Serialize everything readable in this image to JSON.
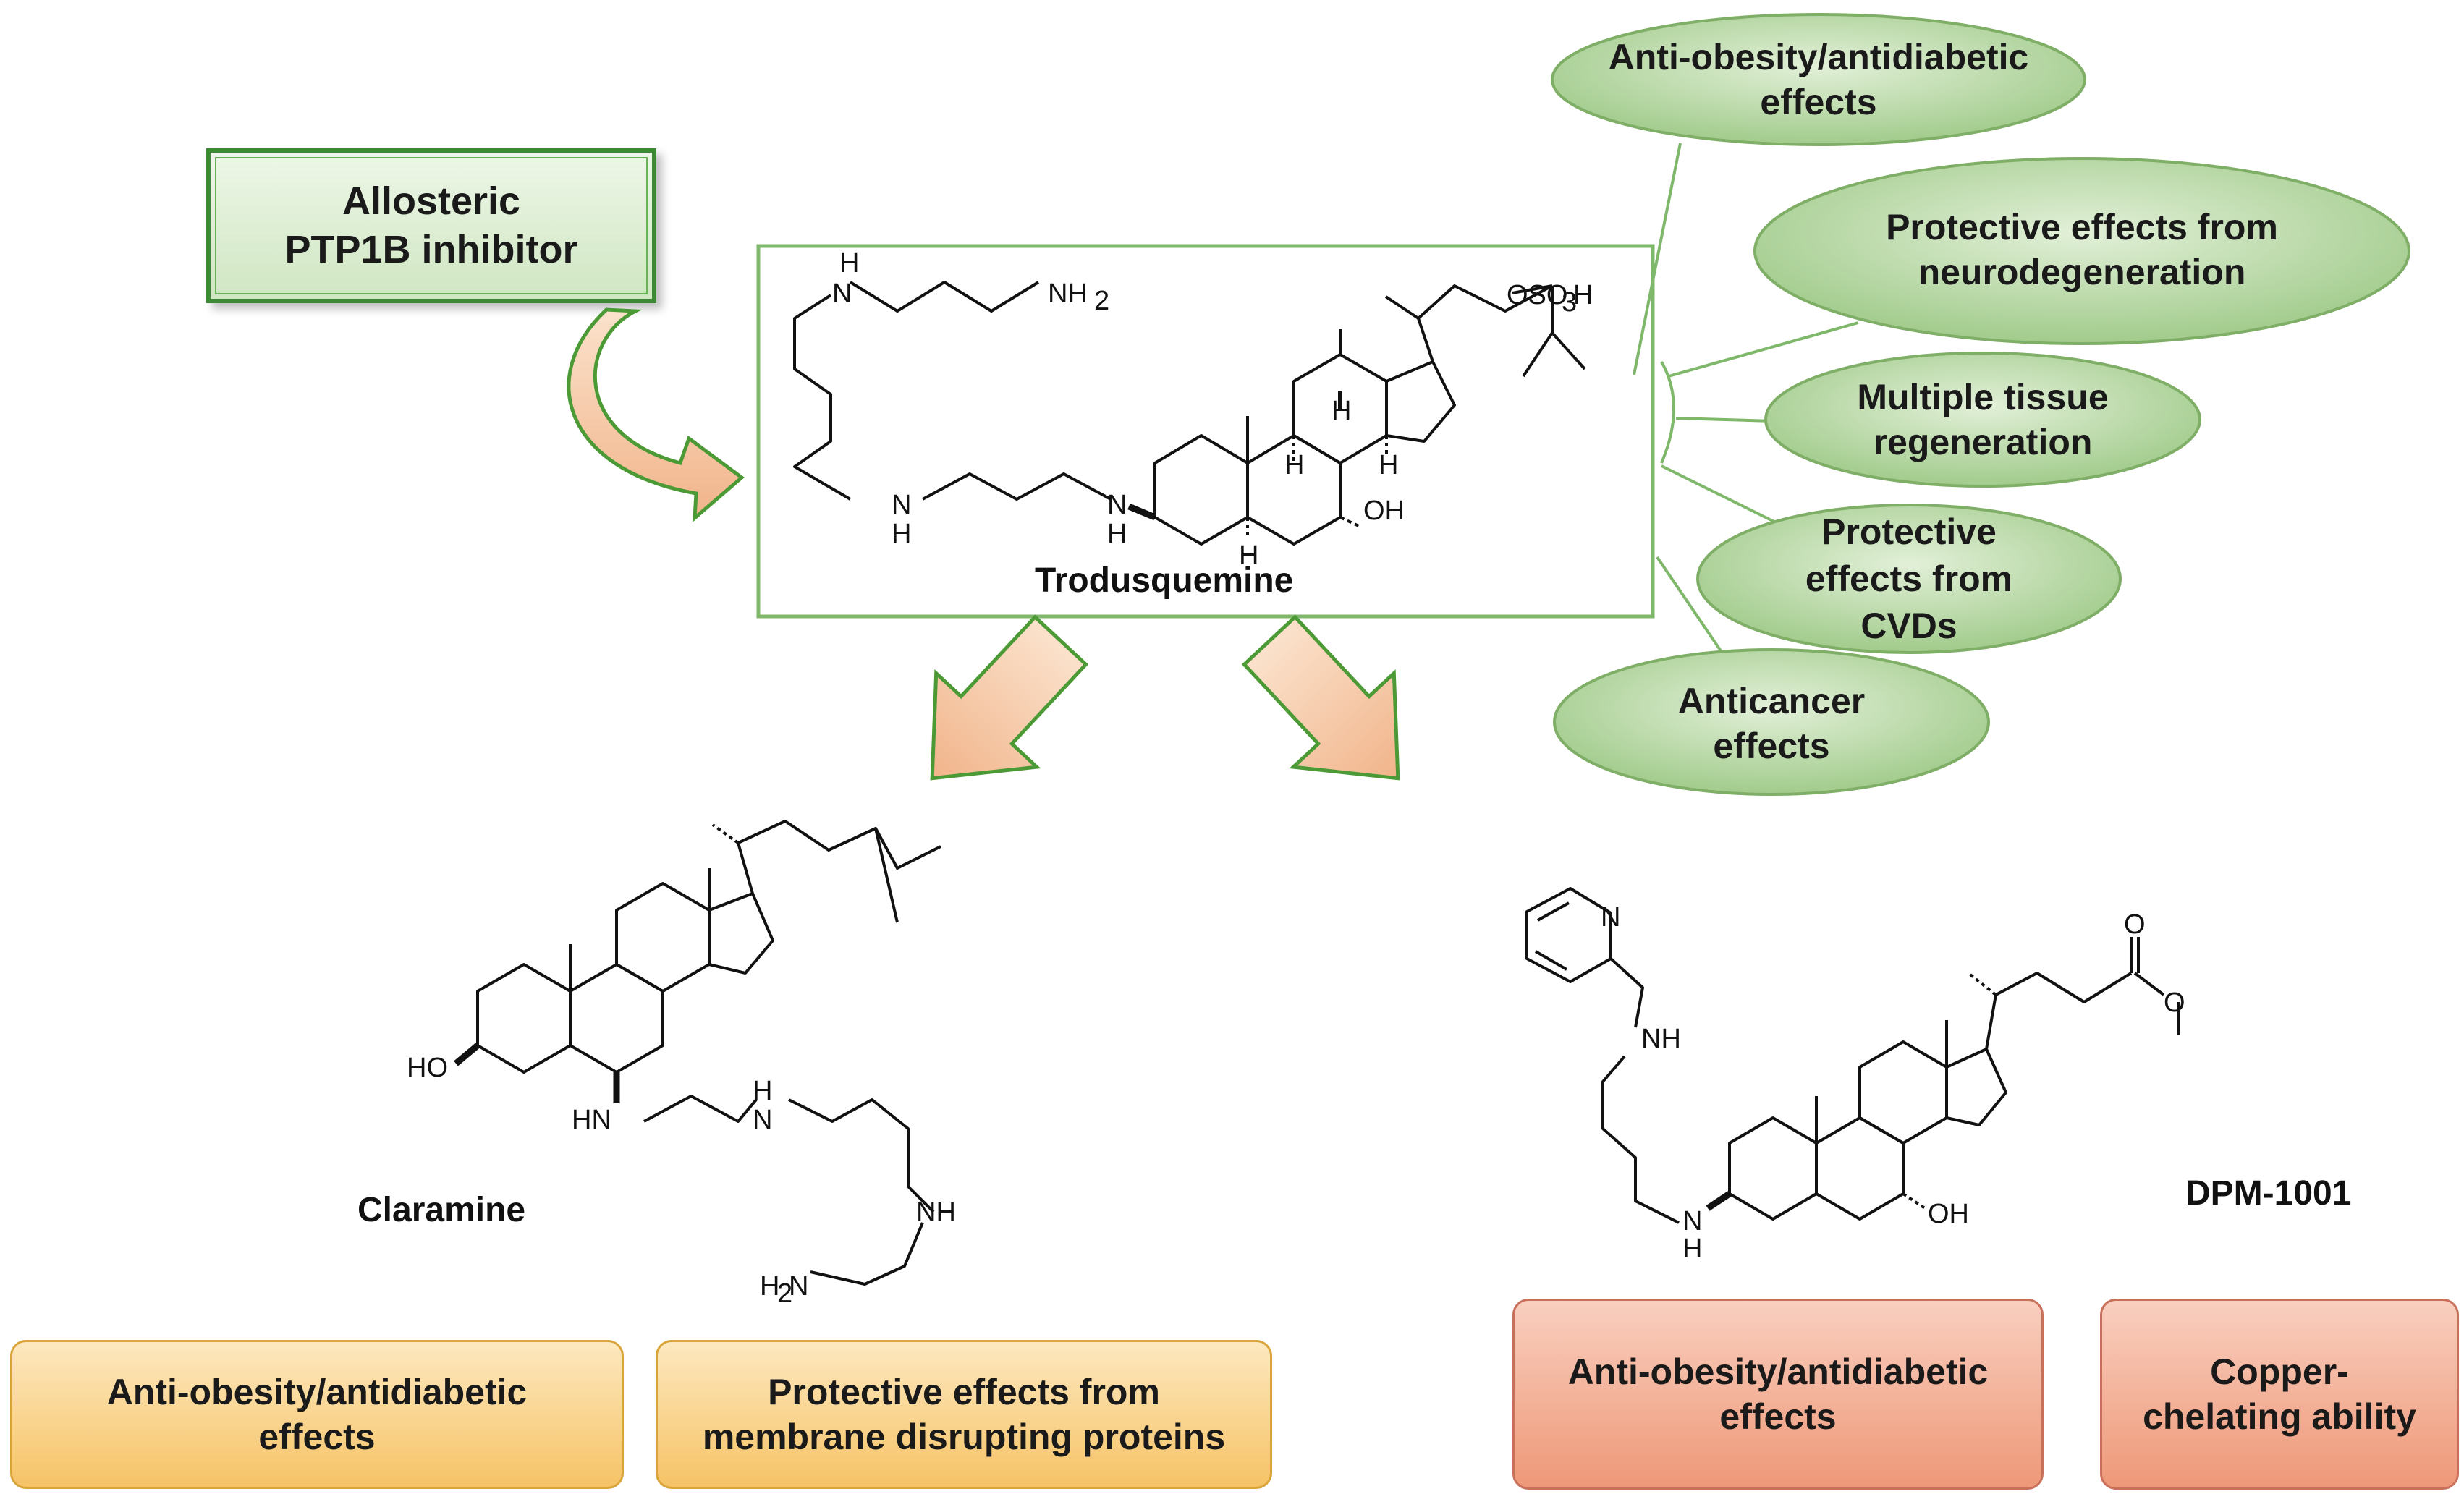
{
  "inhibitor_label": "Allosteric\nPTP1B inhibitor",
  "molecules": {
    "trodusquemine": "Trodusquemine",
    "claramine": "Claramine",
    "dpm1001": "DPM-1001"
  },
  "trodusquemine_effects": [
    "Anti-obesity/antidiabetic\neffects",
    "Protective effects from\nneurodegeneration",
    "Multiple tissue\nregeneration",
    "Protective\neffects from\nCVDs",
    "Anticancer\neffects"
  ],
  "claramine_effects": [
    "Anti-obesity/antidiabetic\neffects",
    "Protective effects from\nmembrane disrupting proteins"
  ],
  "dpm_effects": [
    "Anti-obesity/antidiabetic\neffects",
    "Copper-\nchelating ability"
  ],
  "atom_labels": {
    "H": "H",
    "N": "N",
    "NH": "NH",
    "HN": "HN",
    "NH2": "NH",
    "H2N": "H",
    "OH": "OH",
    "HO": "HO",
    "O": "O",
    "OSO3H": "OSO",
    "sub2": "2",
    "sub3": "3",
    "Hsuffix": "H",
    "Nsuffix": "N"
  },
  "colors": {
    "green_border": "#4e9a3a",
    "ellipse_fill": "#a9cf95",
    "orange_fill": "#f6c366",
    "salmon_fill": "#ee9878"
  }
}
